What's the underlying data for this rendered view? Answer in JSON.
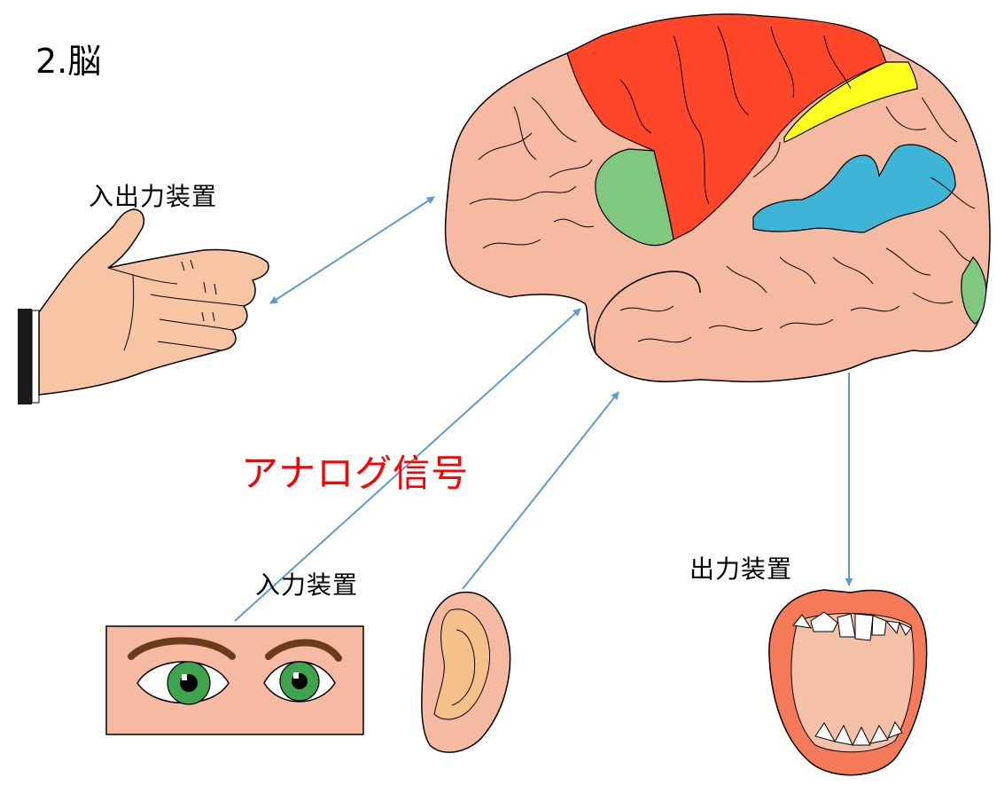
{
  "slide": {
    "title": "2.脳"
  },
  "labels": {
    "io_device": "入出力装置",
    "input_device": "入力装置",
    "output_device": "出力装置",
    "signal": "アナログ信号"
  },
  "colors": {
    "arrow": "#5b9bd5",
    "signal_text": "#ff0000",
    "brain_base": "#f6b9a2",
    "motor_cortex": "#ff4629",
    "sensory_strip": "#ffff1e",
    "speech_area": "#80c780",
    "auditory_area": "#3eb4d6"
  },
  "icons": [
    "brain-icon",
    "hand-icon",
    "eyes-icon",
    "ear-icon",
    "mouth-icon"
  ]
}
